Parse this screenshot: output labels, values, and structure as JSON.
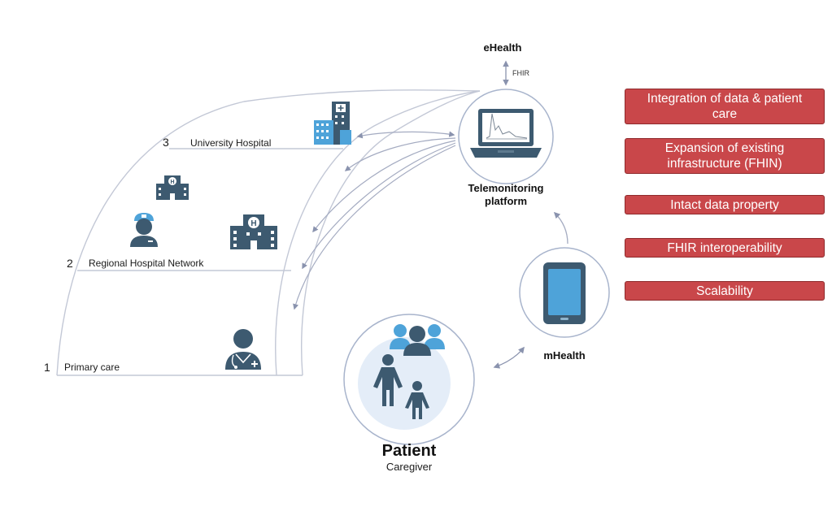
{
  "diagram": {
    "ehealth_label": "eHealth",
    "fhir_arrow_label": "FHIR",
    "platform_label_line1": "Telemonitoring",
    "platform_label_line2": "platform",
    "mhealth_label": "mHealth",
    "patient_label": "Patient",
    "caregiver_label": "Caregiver",
    "levels": [
      {
        "number": "3",
        "label": "University Hospital"
      },
      {
        "number": "2",
        "label": "Regional Hospital Network"
      },
      {
        "number": "1",
        "label": "Primary care"
      }
    ]
  },
  "features": [
    "Integration of data & patient care",
    "Expansion of existing infrastructure (FHIN)",
    "Intact data property",
    "FHIR interoperability",
    "Scalability"
  ],
  "colors": {
    "feature_fill": "#c9474a",
    "feature_border": "#8f2a2c",
    "line": "#c3c8d6",
    "arrow": "#8a93ae",
    "icon_dark": "#3d5a70",
    "icon_blue": "#4ea3d9",
    "patient_bg": "#e4edf8"
  }
}
